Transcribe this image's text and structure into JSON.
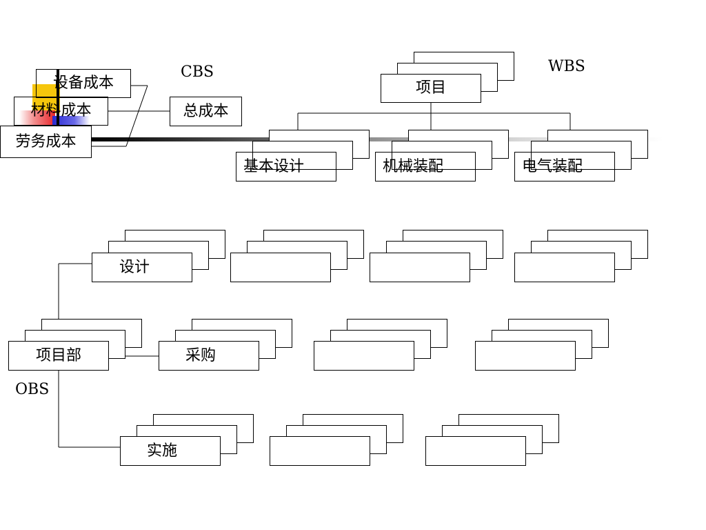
{
  "cbs": {
    "title": "CBS",
    "equipment_cost": "设备成本",
    "material_cost": "材料成本",
    "labor_cost": "劳务成本",
    "total_cost": "总成本"
  },
  "wbs": {
    "title": "WBS",
    "project": "项目",
    "basic_design": "基本设计",
    "mechanical_assembly": "机械装配",
    "electrical_assembly": "电气装配"
  },
  "obs": {
    "title": "OBS",
    "project_dept": "项目部",
    "design": "设计",
    "procurement": "采购",
    "implementation": "实施"
  },
  "decoration_colors": {
    "yellow": "#f6c60c",
    "red": "#e8252b",
    "blue": "#2a2ad0"
  }
}
